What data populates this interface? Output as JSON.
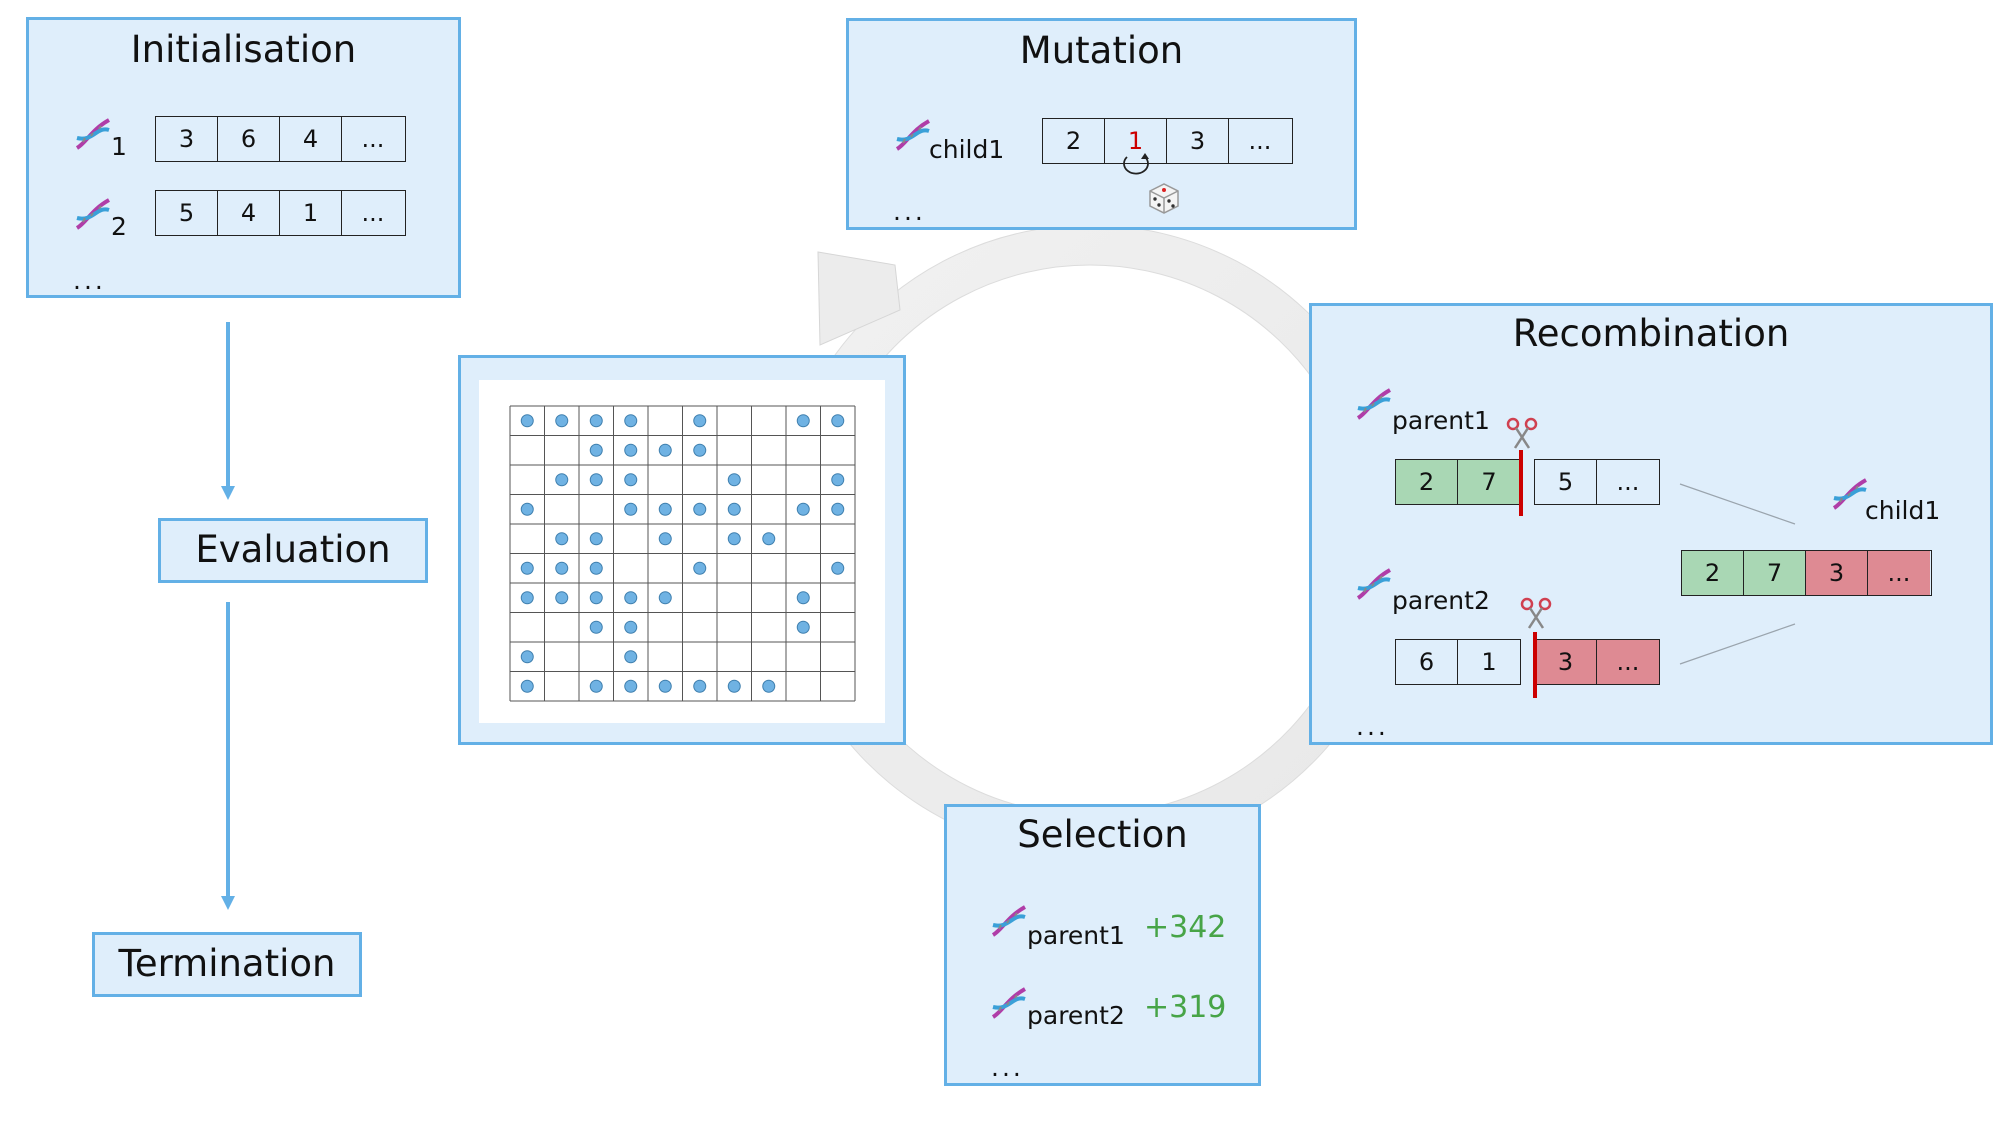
{
  "initialisation": {
    "title": "Initialisation",
    "individuals": [
      {
        "index": "1",
        "genes": [
          "3",
          "6",
          "4",
          "..."
        ]
      },
      {
        "index": "2",
        "genes": [
          "5",
          "4",
          "1",
          "..."
        ]
      }
    ],
    "ellipsis": "..."
  },
  "flow": {
    "evaluation": "Evaluation",
    "termination": "Termination"
  },
  "mutation": {
    "title": "Mutation",
    "label": "child1",
    "genes": [
      "2",
      "1",
      "3",
      "..."
    ],
    "mutated_index": 1,
    "ellipsis": "..."
  },
  "recombination": {
    "title": "Recombination",
    "parent1": {
      "label": "parent1",
      "genes_left": [
        "2",
        "7"
      ],
      "genes_right": [
        "5",
        "..."
      ]
    },
    "parent2": {
      "label": "parent2",
      "genes_left": [
        "6",
        "1"
      ],
      "genes_right": [
        "3",
        "..."
      ]
    },
    "child": {
      "label": "child1",
      "genes": [
        "2",
        "7",
        "3",
        "..."
      ]
    },
    "ellipsis": "..."
  },
  "selection": {
    "title": "Selection",
    "entries": [
      {
        "label": "parent1",
        "score": "+342"
      },
      {
        "label": "parent2",
        "score": "+319"
      }
    ],
    "ellipsis": "..."
  },
  "grid": {
    "rows": 10,
    "cols": 10,
    "filled": [
      [
        0,
        1,
        2,
        3,
        5,
        8,
        9
      ],
      [
        2,
        3,
        4,
        5
      ],
      [
        1,
        2,
        3,
        6,
        9
      ],
      [
        0,
        3,
        4,
        5,
        6,
        8,
        9
      ],
      [
        1,
        2,
        4,
        6,
        7
      ],
      [
        0,
        1,
        2,
        5,
        9
      ],
      [
        0,
        1,
        2,
        3,
        4,
        8
      ],
      [
        2,
        3,
        8
      ],
      [
        0,
        3
      ],
      [
        0,
        2,
        3,
        4,
        5,
        6,
        7
      ]
    ]
  },
  "colors": {
    "box_fill": "#dfeefb",
    "box_border": "#63b0e6",
    "arrow": "#63b0e6",
    "cycle_arrow": "#efefef",
    "green_gene": "#a9d7b4",
    "red_gene": "#de8a93",
    "cut_line": "#cc0000",
    "score": "#47a447",
    "grid_dot": "#6fb2e3"
  },
  "icons": {
    "individual": "dna-icon",
    "cut": "scissors-icon",
    "random": "dice-icon",
    "mutation": "rotate-icon"
  }
}
